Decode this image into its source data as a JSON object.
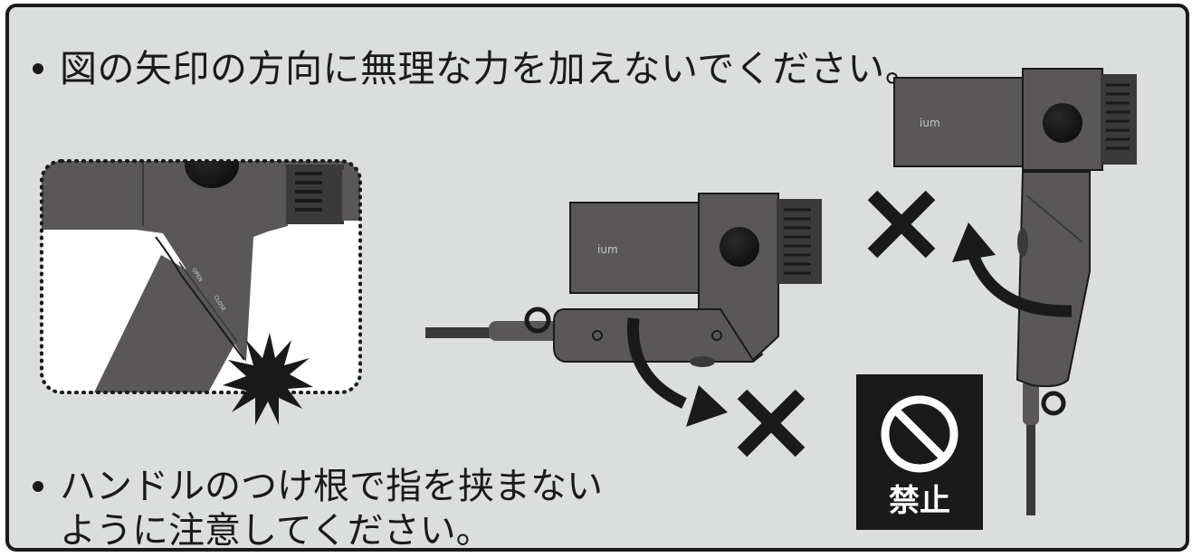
{
  "instructions": {
    "top": "図の矢印の方向に無理な力を加えないでください。",
    "bottom_line1": "ハンドルのつけ根で指を挟まない",
    "bottom_line2": "ように注意してください。"
  },
  "prohibit_sign": {
    "label": "禁止"
  },
  "dryer": {
    "brand": "ium",
    "dial_open": "OPEN",
    "dial_close": "CLOSE"
  },
  "colors": {
    "panel_bg": "#dcdddd",
    "dryer_body": "#595757",
    "dryer_dark": "#3a3a3a",
    "ink": "#1a1a1a"
  },
  "icons": [
    "prohibited-icon",
    "wrong-x-icon",
    "curved-arrow-icon",
    "pinch-burst-icon"
  ]
}
